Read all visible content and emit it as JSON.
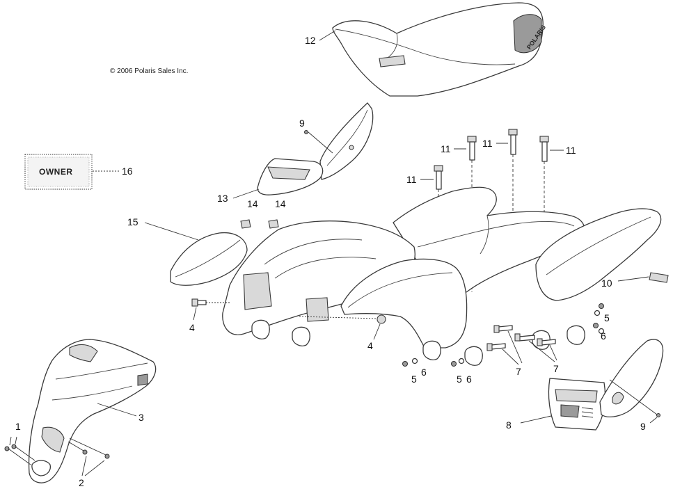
{
  "copyright": "© 2006 Polaris Sales Inc.",
  "owner_label": "OWNER",
  "seat_brand": "POLARIS",
  "callouts": {
    "c1": "1",
    "c2": "2",
    "c3": "3",
    "c4a": "4",
    "c4b": "4",
    "c5a": "5",
    "c5b": "5",
    "c5c": "5",
    "c6a": "6",
    "c6b": "6",
    "c6c": "6",
    "c7a": "7",
    "c7b": "7",
    "c8": "8",
    "c9a": "9",
    "c9b": "9",
    "c10": "10",
    "c11a": "11",
    "c11b": "11",
    "c11c": "11",
    "c11d": "11",
    "c12": "12",
    "c13": "13",
    "c14a": "14",
    "c14b": "14",
    "c15": "15",
    "c16": "16"
  }
}
